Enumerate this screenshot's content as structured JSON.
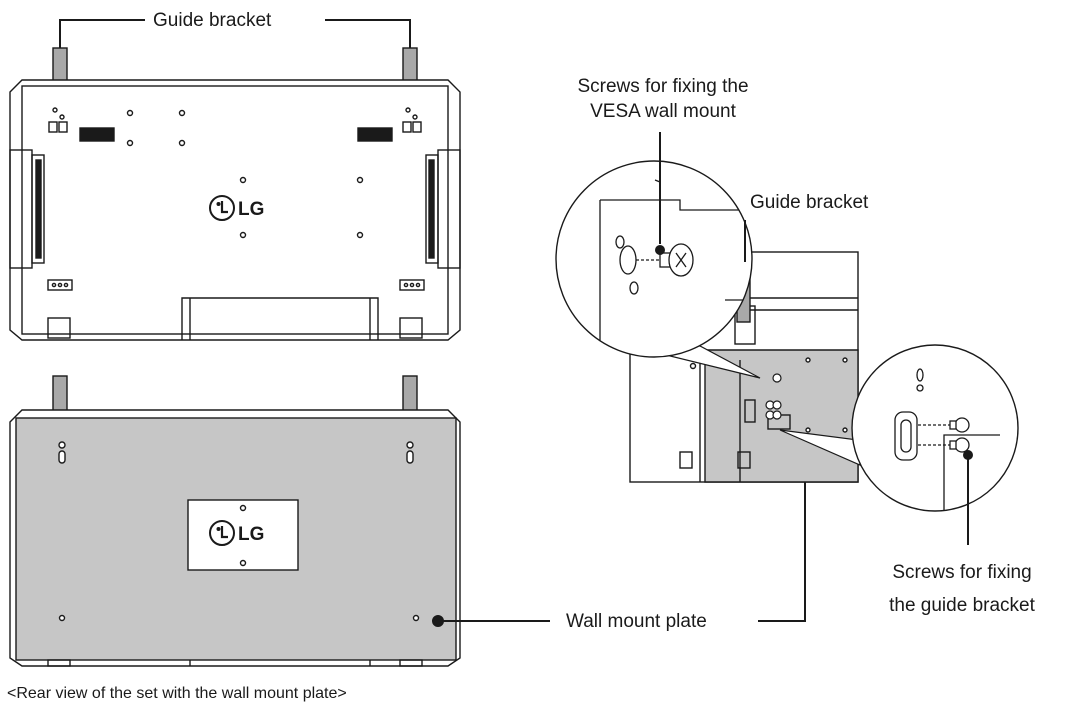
{
  "labels": {
    "guide_bracket_top": "Guide bracket",
    "guide_bracket_right": "Guide bracket",
    "vesa_screws_line1": "Screws for fixing the",
    "vesa_screws_line2": "VESA wall mount",
    "guide_screws_line1": "Screws for fixing",
    "guide_screws_line2": "the guide bracket",
    "wall_mount_plate": "Wall mount plate",
    "caption": "<Rear view of the set with the wall mount plate>"
  },
  "logo": {
    "text": "LG"
  },
  "colors": {
    "line": "#1a1a1a",
    "plate_gray": "#c6c6c6",
    "bracket_gray": "#a9a9a9",
    "background": "#ffffff"
  },
  "icons": [
    "lg-logo-icon",
    "screw-icon",
    "callout-circle"
  ]
}
